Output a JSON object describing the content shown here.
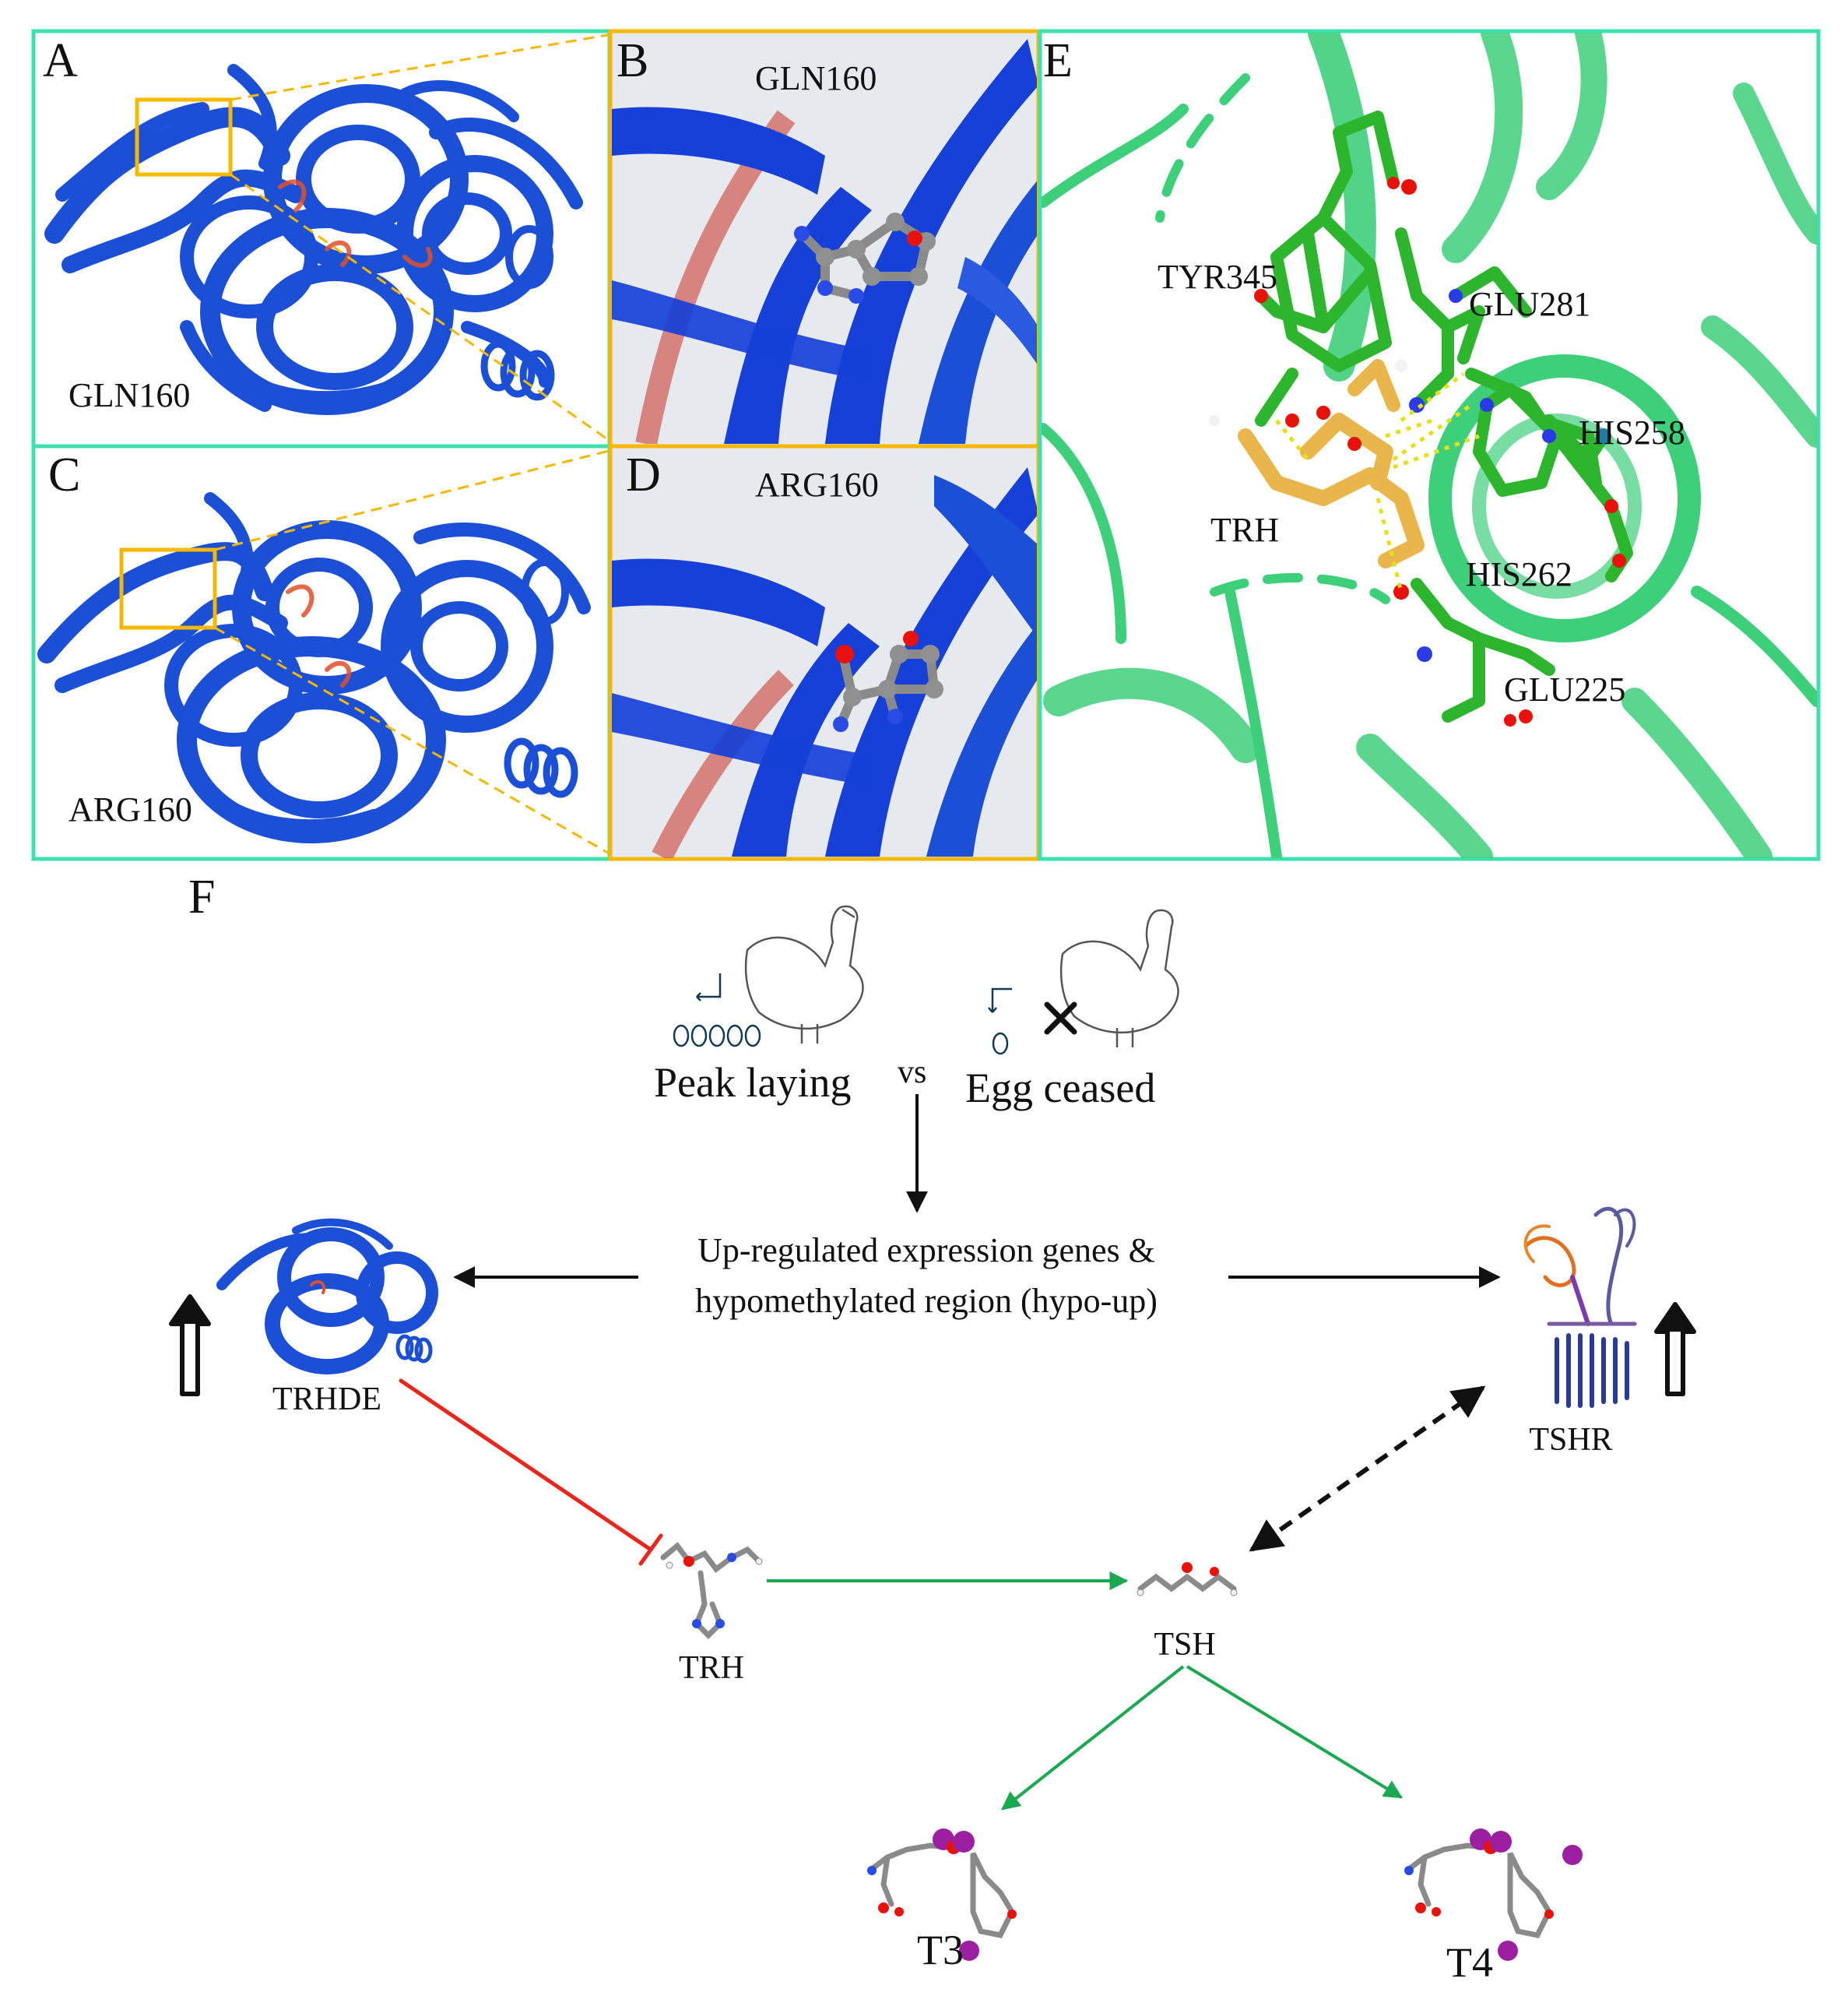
{
  "panels": {
    "A": {
      "letter": "A",
      "residue": "GLN160"
    },
    "B": {
      "letter": "B",
      "residue": "GLN160"
    },
    "C": {
      "letter": "C",
      "residue": "ARG160"
    },
    "D": {
      "letter": "D",
      "residue": "ARG160"
    },
    "E": {
      "letter": "E",
      "residues": [
        "TYR345",
        "GLU281",
        "HIS258",
        "HIS262",
        "GLU225"
      ],
      "ligand": "TRH"
    },
    "F": {
      "letter": "F"
    }
  },
  "pathway": {
    "condition_left": "Peak laying",
    "vs": "vs",
    "condition_right": "Egg ceased",
    "regulation_line1": "Up-regulated expression genes &",
    "regulation_line2": "hypomethylated region (hypo-up)",
    "gene_left": "TRHDE",
    "gene_right": "TSHR",
    "hormone_trh": "TRH",
    "hormone_tsh": "TSH",
    "hormone_t3": "T3",
    "hormone_t4": "T4"
  },
  "colors": {
    "frame_green": "#3fe0b0",
    "frame_orange": "#f5b800",
    "protein_blue": "#1a4fd6",
    "helix_green": "#3ecf7a",
    "ligand_gold": "#e8b64a",
    "inhibit_red": "#e8261c",
    "activate_green": "#1aa850",
    "iodine_purple": "#9b1fa0"
  }
}
